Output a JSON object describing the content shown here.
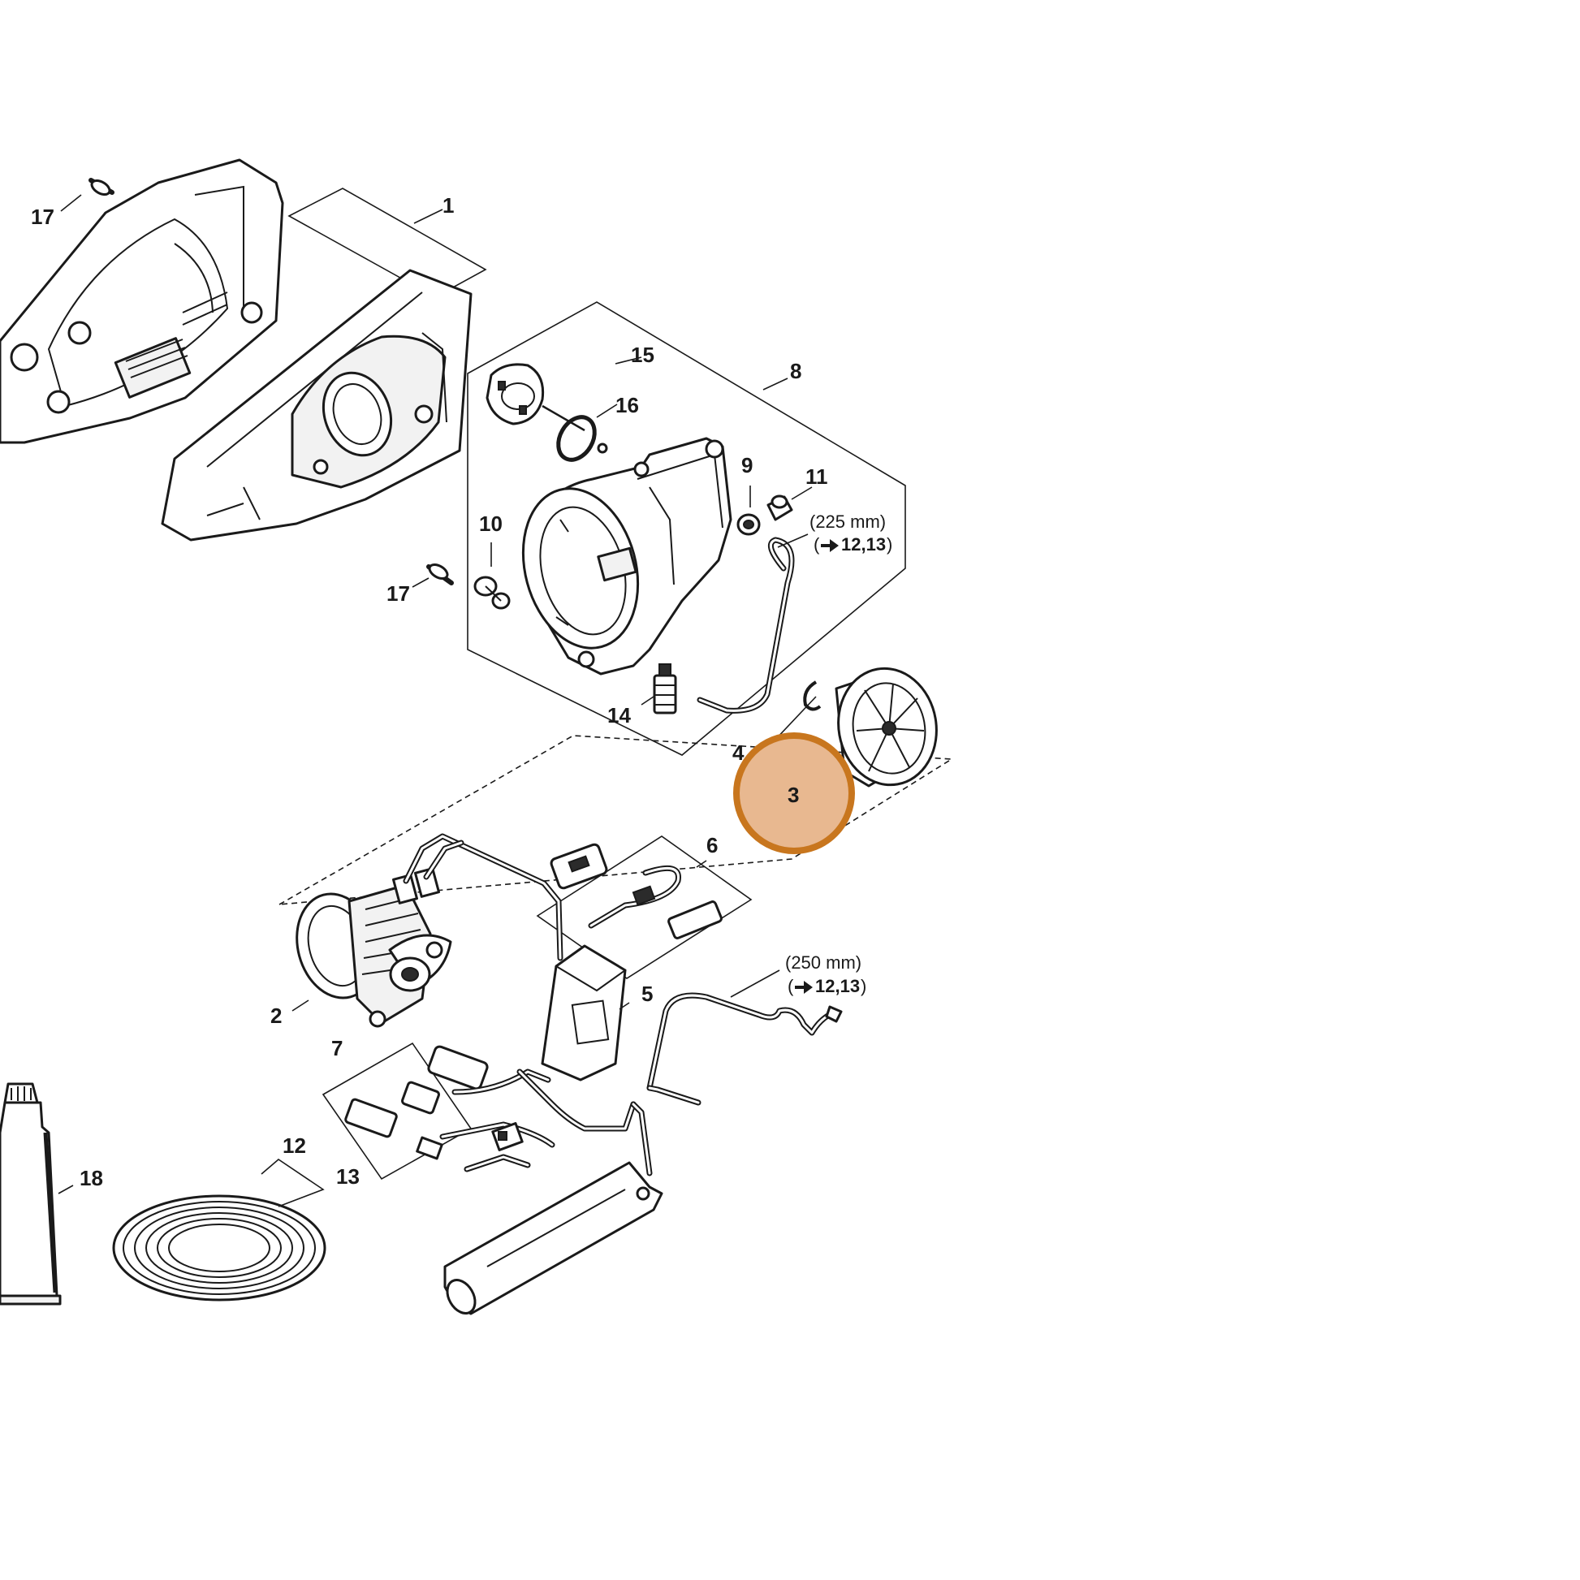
{
  "callouts": {
    "c1": "1",
    "c2": "2",
    "c3": "3",
    "c4": "4",
    "c5": "5",
    "c6": "6",
    "c7": "7",
    "c8": "8",
    "c9": "9",
    "c10": "10",
    "c11": "11",
    "c12": "12",
    "c13": "13",
    "c14": "14",
    "c15": "15",
    "c16": "16",
    "c17a": "17",
    "c17b": "17",
    "c18": "18"
  },
  "notes": {
    "hose_top_length": "(225 mm)",
    "hose_top_ref": "12,13",
    "hose_bottom_length": "(250 mm)",
    "hose_bottom_ref": "12,13",
    "ref_open": "(",
    "ref_close": ")"
  },
  "highlight": {
    "part": "3",
    "fill_color": "#e8b890",
    "stroke_color": "#c8761e"
  },
  "icons": {
    "ref_arrow": "right-arrow-icon"
  }
}
